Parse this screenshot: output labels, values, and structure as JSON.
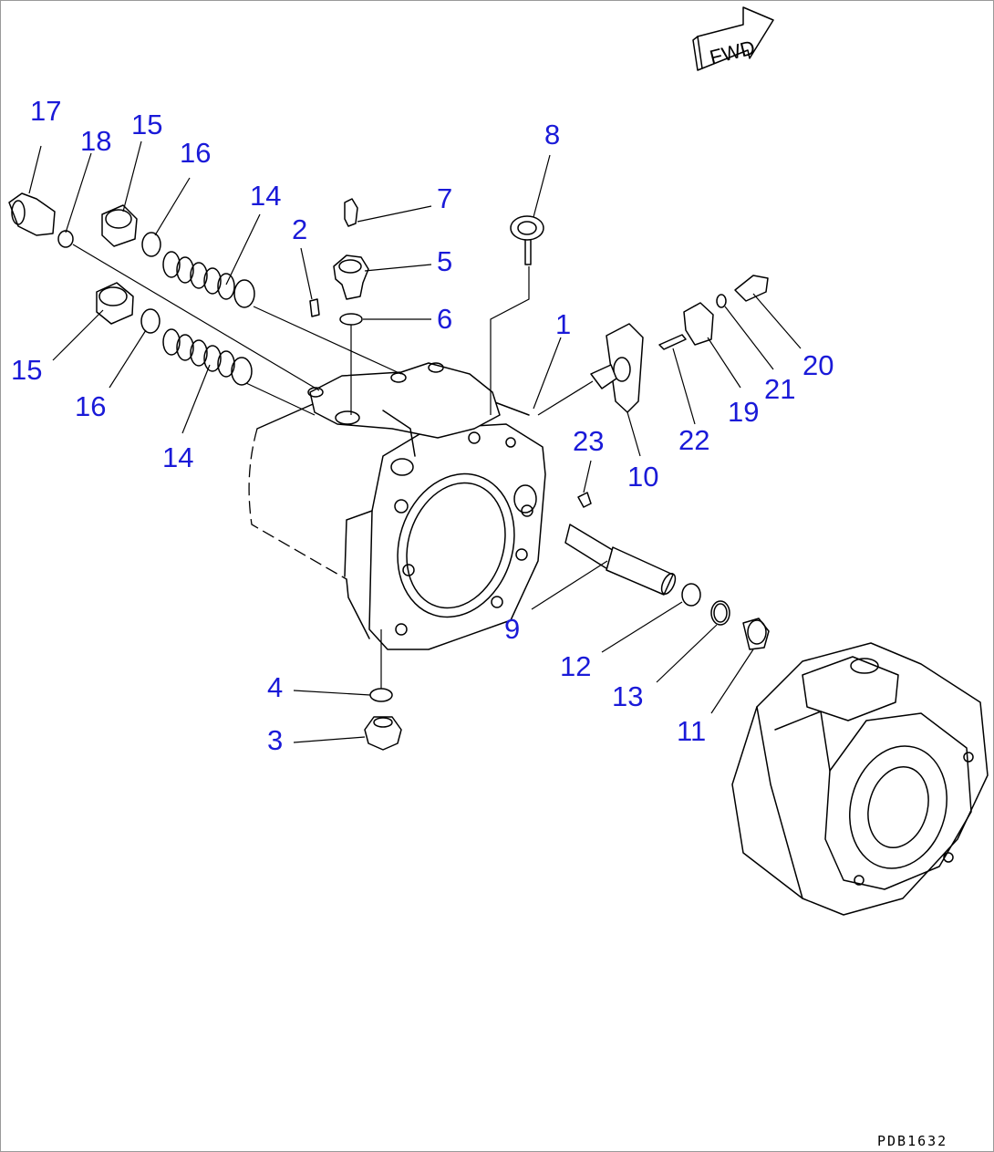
{
  "diagram": {
    "direction_tag": "FWD",
    "drawing_code": "PDB1632",
    "part_labels": [
      {
        "id": "p17",
        "text": "17"
      },
      {
        "id": "p18",
        "text": "18"
      },
      {
        "id": "p15a",
        "text": "15"
      },
      {
        "id": "p16a",
        "text": "16"
      },
      {
        "id": "p14a",
        "text": "14"
      },
      {
        "id": "p2",
        "text": "2"
      },
      {
        "id": "p7",
        "text": "7"
      },
      {
        "id": "p5",
        "text": "5"
      },
      {
        "id": "p6",
        "text": "6"
      },
      {
        "id": "p8",
        "text": "8"
      },
      {
        "id": "p1",
        "text": "1"
      },
      {
        "id": "p15b",
        "text": "15"
      },
      {
        "id": "p16b",
        "text": "16"
      },
      {
        "id": "p14b",
        "text": "14"
      },
      {
        "id": "p20",
        "text": "20"
      },
      {
        "id": "p21",
        "text": "21"
      },
      {
        "id": "p19",
        "text": "19"
      },
      {
        "id": "p22",
        "text": "22"
      },
      {
        "id": "p23",
        "text": "23"
      },
      {
        "id": "p10",
        "text": "10"
      },
      {
        "id": "p9",
        "text": "9"
      },
      {
        "id": "p12",
        "text": "12"
      },
      {
        "id": "p13",
        "text": "13"
      },
      {
        "id": "p11",
        "text": "11"
      },
      {
        "id": "p4",
        "text": "4"
      },
      {
        "id": "p3",
        "text": "3"
      }
    ]
  }
}
